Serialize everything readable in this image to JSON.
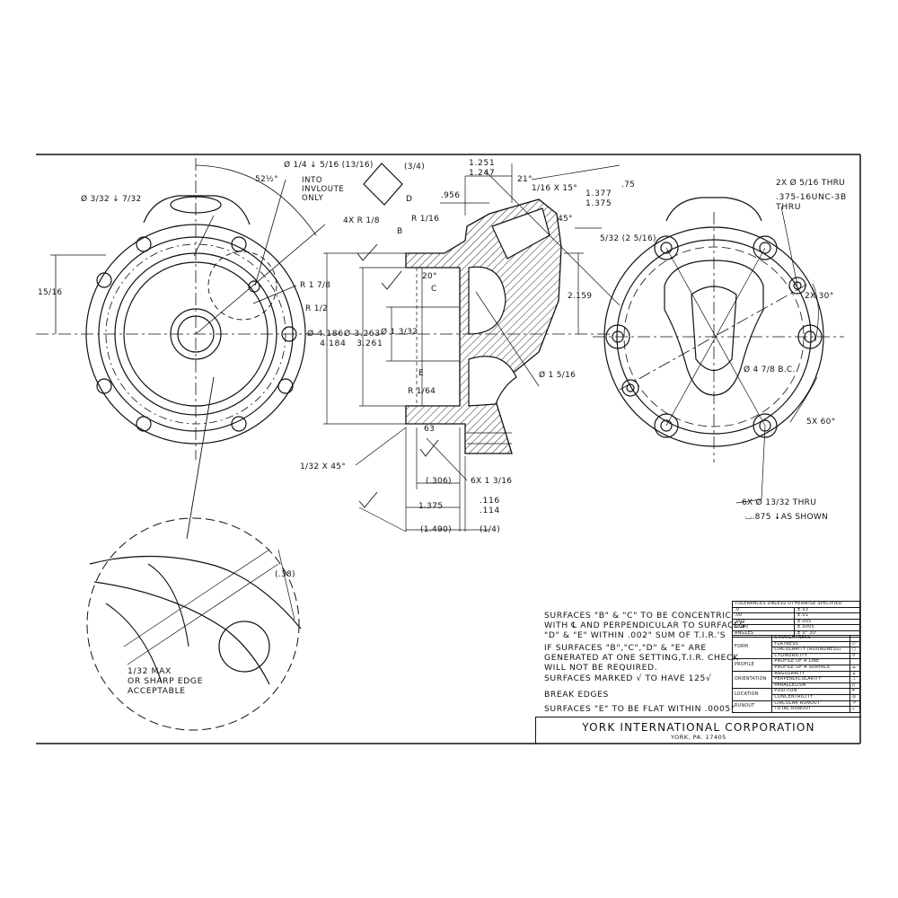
{
  "company": {
    "name": "YORK INTERNATIONAL CORPORATION",
    "address": "YORK, PA. 17405"
  },
  "notes": [
    "SURFACES \"B\" & \"C\" TO BE CONCENTRIC\nWITH ℄ AND PERPENDICULAR TO SURFACES\n\"D\" & \"E\" WITHIN .002\" SUM OF T.I.R.'S",
    "IF SURFACES \"B\",\"C\",\"D\" & \"E\" ARE\nGENERATED AT ONE SETTING,T.I.R. CHECK\nWILL NOT BE REQUIRED.",
    "SURFACES MARKED √ TO HAVE 125√",
    "BREAK EDGES",
    "SURFACES \"E\" TO BE FLAT WITHIN .0005\""
  ],
  "tolerances": {
    "header": "TOLERANCES UNLESS OTHERWISE SPECIFIED",
    "rows": [
      [
        ".0",
        "±.03"
      ],
      [
        ".00",
        "±.01"
      ],
      [
        ".000",
        "±.005"
      ],
      [
        ".0000",
        "±.0005"
      ],
      [
        "ANGLES",
        "± 0° 30'"
      ]
    ]
  },
  "gdt": [
    {
      "group": "FORM",
      "items": [
        {
          "name": "STRAIGHTNESS",
          "sym": "—"
        },
        {
          "name": "FLATNESS",
          "sym": "▱"
        },
        {
          "name": "CIRCULARITY (ROUNDNESS)",
          "sym": "○"
        },
        {
          "name": "CYLINDRICITY",
          "sym": "⌭"
        }
      ]
    },
    {
      "group": "PROFILE",
      "items": [
        {
          "name": "PROFILE OF A LINE",
          "sym": "⌒"
        },
        {
          "name": "PROFILE OF A SURFACE",
          "sym": "⌓"
        }
      ]
    },
    {
      "group": "ORIENTATION",
      "items": [
        {
          "name": "ANGULARITY",
          "sym": "∠"
        },
        {
          "name": "PERPENDICULARITY",
          "sym": "⊥"
        },
        {
          "name": "PARALLELISM",
          "sym": "//"
        }
      ]
    },
    {
      "group": "LOCATION",
      "items": [
        {
          "name": "POSITION",
          "sym": "⌖"
        },
        {
          "name": "CONCENTRICITY",
          "sym": "◎"
        }
      ]
    },
    {
      "group": "RUNOUT",
      "items": [
        {
          "name": "CIRCULAR RUNOUT",
          "sym": "↗"
        },
        {
          "name": "TOTAL RUNOUT",
          "sym": "⌰"
        }
      ]
    }
  ],
  "dims": {
    "angle_52": "52½°",
    "inv": "INTO\nINVLOUTE\nONLY",
    "d3_32": "Ø 3/32 ↓ 7/32",
    "d1_4": "Ø 1/4 ↓ 5/16 (13/16)",
    "d3_4": "(3/4)",
    "r4x": "4X R 1/8",
    "r1_16": "R 1/16",
    "h15_16": "15/16",
    "r1_7_8": "R 1 7/8",
    "r_half": "R 1/2",
    "d4186": "Ø 4.186\n    4.184",
    "d3263": "Ø 3.263\n    3.261",
    "d1_3_32": "Ø 1 3/32",
    "d1251": "1.251\n1.247",
    "d956": ".956",
    "a21": "21°",
    "x15": "1/16 X 15°",
    "d1377": "1.377\n1.375",
    "d75": ".75",
    "a45": "45°",
    "d5_32": "5/32 (2 5/16)",
    "d2159": "2.159",
    "a20": "20°",
    "d1_5_16": "Ø 1 5/16",
    "r1_64": "R 1/64",
    "v63": "63",
    "x45": "1/32 X 45°",
    "d306": "(.306)",
    "d6x": "6X 1 3/16",
    "d1375": "1.375",
    "d116": ".116\n.114",
    "d1490": "(1.490)",
    "d_qtr": "(1/4)",
    "d38": "(.38)",
    "max": "1/32 MAX\nOR SHARP EDGE\nACCEPTABLE",
    "thru2x": "2X Ø 5/16 THRU",
    "unc": ".375-16UNC-3B\nTHRU",
    "ang2x": "2X 30°",
    "bc": "Ø 4 7/8 B.C.",
    "ang5x": "5X 60°",
    "thru6x": "6X Ø 13/32 THRU",
    "cb": "⌴.875 ↓AS SHOWN",
    "lblB": "B",
    "lblC": "C",
    "lblD": "D",
    "lblE": "E"
  }
}
